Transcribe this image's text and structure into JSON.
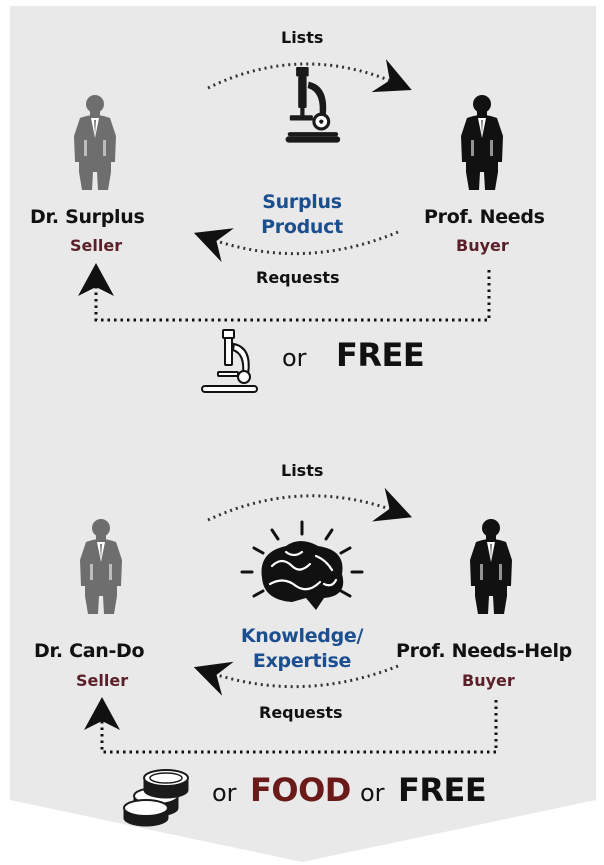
{
  "colors": {
    "background": "#e9e9e9",
    "product_blue": "#1b4f8f",
    "role_maroon": "#5a1f28",
    "food_maroon": "#6b1a1a"
  },
  "section1": {
    "seller_name": "Dr. Surplus",
    "seller_role": "Seller",
    "buyer_name": "Prof. Needs",
    "buyer_role": "Buyer",
    "top_flow": "Lists",
    "bottom_flow": "Requests",
    "product_line1": "Surplus",
    "product_line2": "Product",
    "payment_or": "or",
    "payment_free": "FREE",
    "product_icon": "microscope-icon",
    "payment_icon": "microscope-icon"
  },
  "section2": {
    "seller_name": "Dr. Can-Do",
    "seller_role": "Seller",
    "buyer_name": "Prof. Needs-Help",
    "buyer_role": "Buyer",
    "top_flow": "Lists",
    "bottom_flow": "Requests",
    "product_line1": "Knowledge/",
    "product_line2": "Expertise",
    "payment_or1": "or",
    "payment_food": "FOOD",
    "payment_or2": "or",
    "payment_free": "FREE",
    "product_icon": "brain-icon",
    "payment_icon": "coins-icon"
  }
}
